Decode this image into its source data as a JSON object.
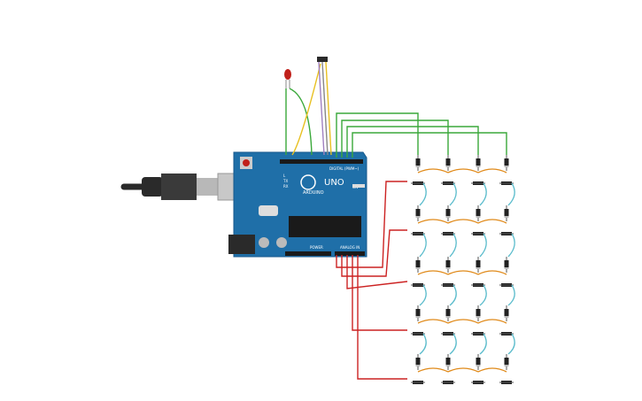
{
  "board": {
    "logo_text": "ARDUINO",
    "model_text": "UNO",
    "digital_label": "DIGITAL (PWM~)",
    "power_label": "POWER",
    "analog_label": "ANALOG IN",
    "tx_label": "TX",
    "rx_label": "RX",
    "l_label": "L",
    "on_label": "ON"
  },
  "matrix": {
    "rows": 5,
    "cols": 4
  },
  "colors": {
    "board": "#1f6fa8",
    "board_edge": "#185a8c",
    "wire_green": "#3aa83a",
    "wire_red": "#cc2222",
    "wire_orange": "#e08a1a",
    "wire_cyan": "#5bbccc",
    "wire_yellow": "#e8c020",
    "led_red": "#c0201a",
    "usb_cable": "#2a2a2a",
    "usb_plug": "#b8b8b8"
  }
}
